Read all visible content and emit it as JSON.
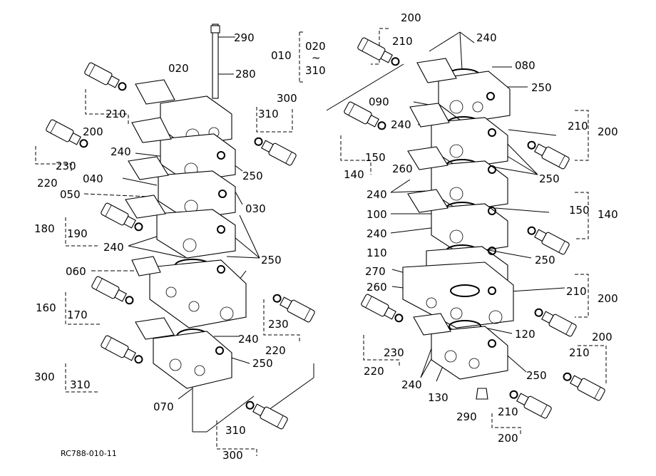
{
  "diagram": {
    "part_labels": [
      "200",
      "210",
      "240",
      "080",
      "250",
      "290",
      "010",
      "020",
      "~",
      "310",
      "020",
      "280",
      "300",
      "310",
      "210",
      "200",
      "090",
      "240",
      "210",
      "200",
      "230",
      "220",
      "240",
      "250",
      "150",
      "140",
      "260",
      "250",
      "040",
      "050",
      "030",
      "240",
      "100",
      "150",
      "140",
      "180",
      "190",
      "240",
      "110",
      "250",
      "240",
      "250",
      "060",
      "270",
      "260",
      "210",
      "200",
      "160",
      "170",
      "230",
      "220",
      "240",
      "250",
      "120",
      "300",
      "310",
      "070",
      "310",
      "300",
      "240",
      "130",
      "290",
      "210",
      "200",
      "250",
      "210",
      "200",
      "230",
      "220"
    ],
    "drawing_code": "RC788-010-11"
  }
}
